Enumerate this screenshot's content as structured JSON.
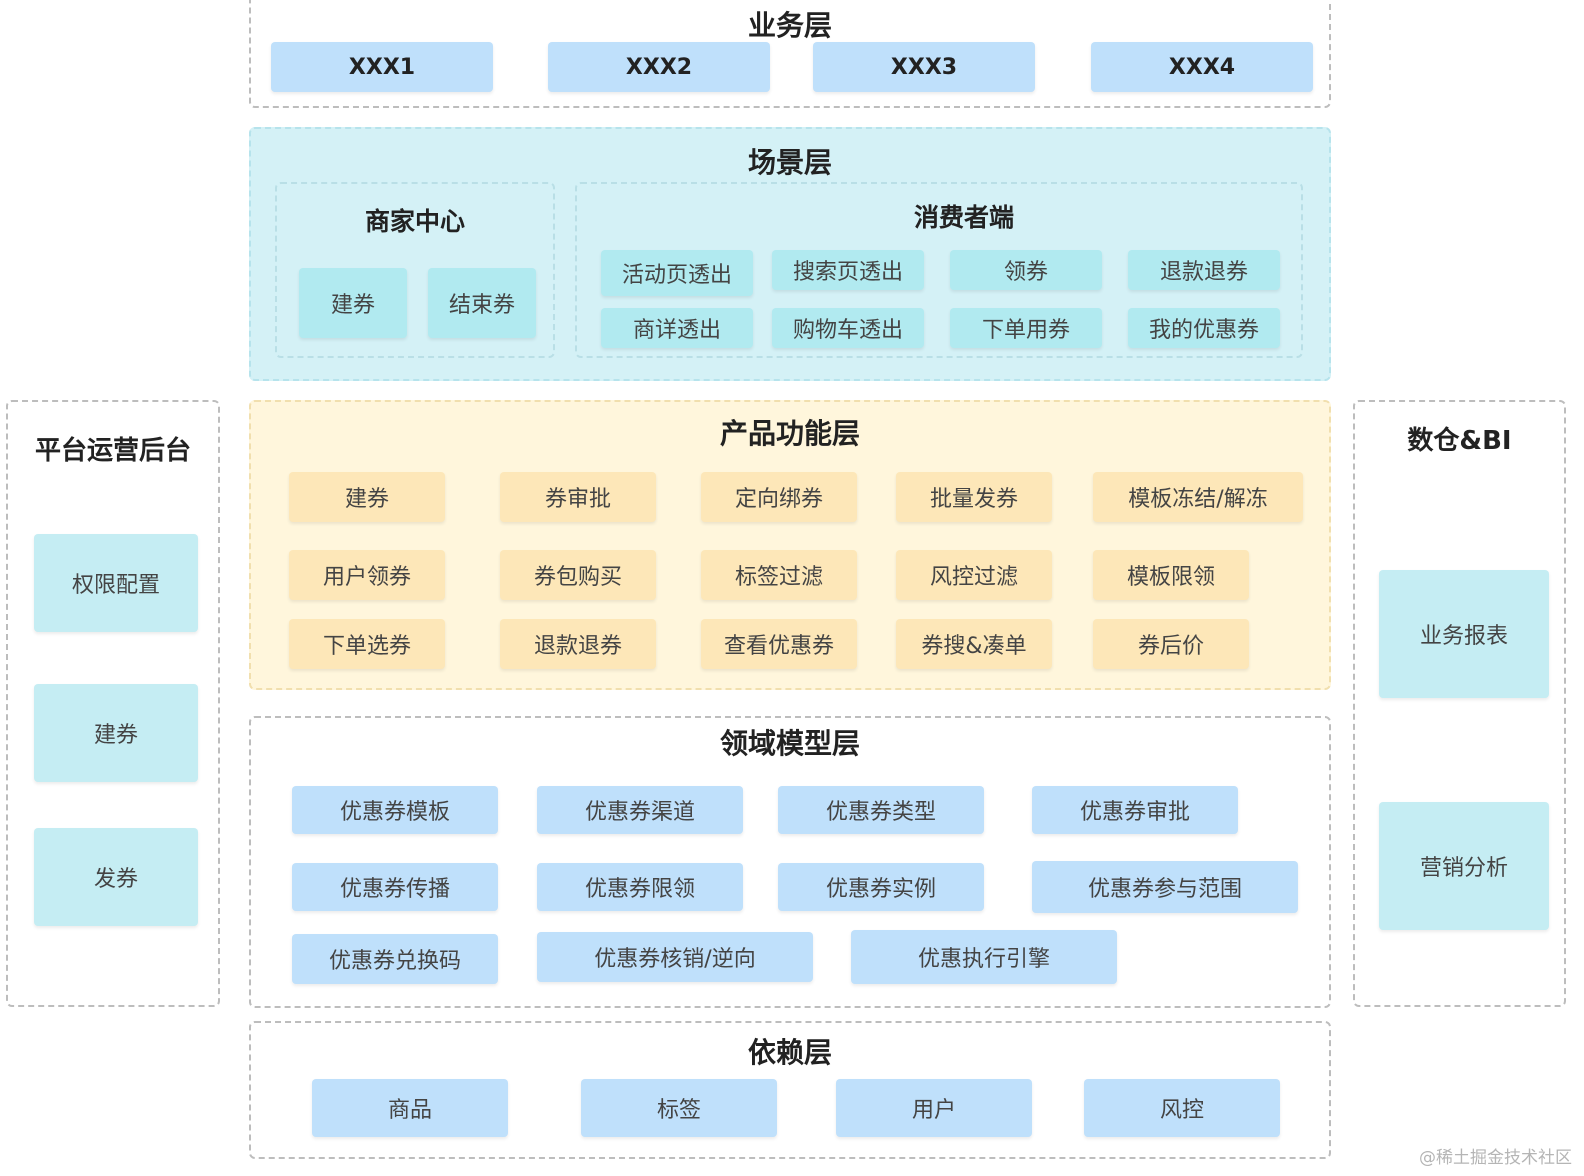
{
  "business_layer": {
    "title": "业务层",
    "items": [
      "XXX1",
      "XXX2",
      "XXX3",
      "XXX4"
    ]
  },
  "scene_layer": {
    "title": "场景层",
    "merchant_center": {
      "title": "商家中心",
      "items": [
        "建券",
        "结束券"
      ]
    },
    "consumer": {
      "title": "消费者端",
      "items": [
        "活动页透出",
        "搜索页透出",
        "领券",
        "退款退券",
        "商详透出",
        "购物车透出",
        "下单用券",
        "我的优惠券"
      ]
    }
  },
  "ops_backend": {
    "title": "平台运营后台",
    "items": [
      "权限配置",
      "建券",
      "发券"
    ]
  },
  "product_layer": {
    "title": "产品功能层",
    "items": [
      "建券",
      "券审批",
      "定向绑券",
      "批量发券",
      "模板冻结/解冻",
      "用户领券",
      "券包购买",
      "标签过滤",
      "风控过滤",
      "模板限领",
      "下单选券",
      "退款退券",
      "查看优惠券",
      "券搜&凑单",
      "券后价"
    ]
  },
  "bi": {
    "title": "数仓&BI",
    "items": [
      "业务报表",
      "营销分析"
    ]
  },
  "domain_layer": {
    "title": "领域模型层",
    "items": [
      "优惠券模板",
      "优惠券渠道",
      "优惠券类型",
      "优惠券审批",
      "优惠券传播",
      "优惠券限领",
      "优惠券实例",
      "优惠券参与范围",
      "优惠券兑换码",
      "优惠券核销/逆向",
      "优惠执行引擎"
    ]
  },
  "dependency_layer": {
    "title": "依赖层",
    "items": [
      "商品",
      "标签",
      "用户",
      "风控"
    ]
  },
  "watermark": "@稀土掘金技术社区",
  "colors": {
    "blue_box": "#bfe0fb",
    "cyan_box": "#b1eaf0",
    "peach_box": "#fde7b8",
    "scene_bg": "#d4f1f6",
    "product_bg": "#fff6dc",
    "dashed_border": "#bdbdbd"
  }
}
